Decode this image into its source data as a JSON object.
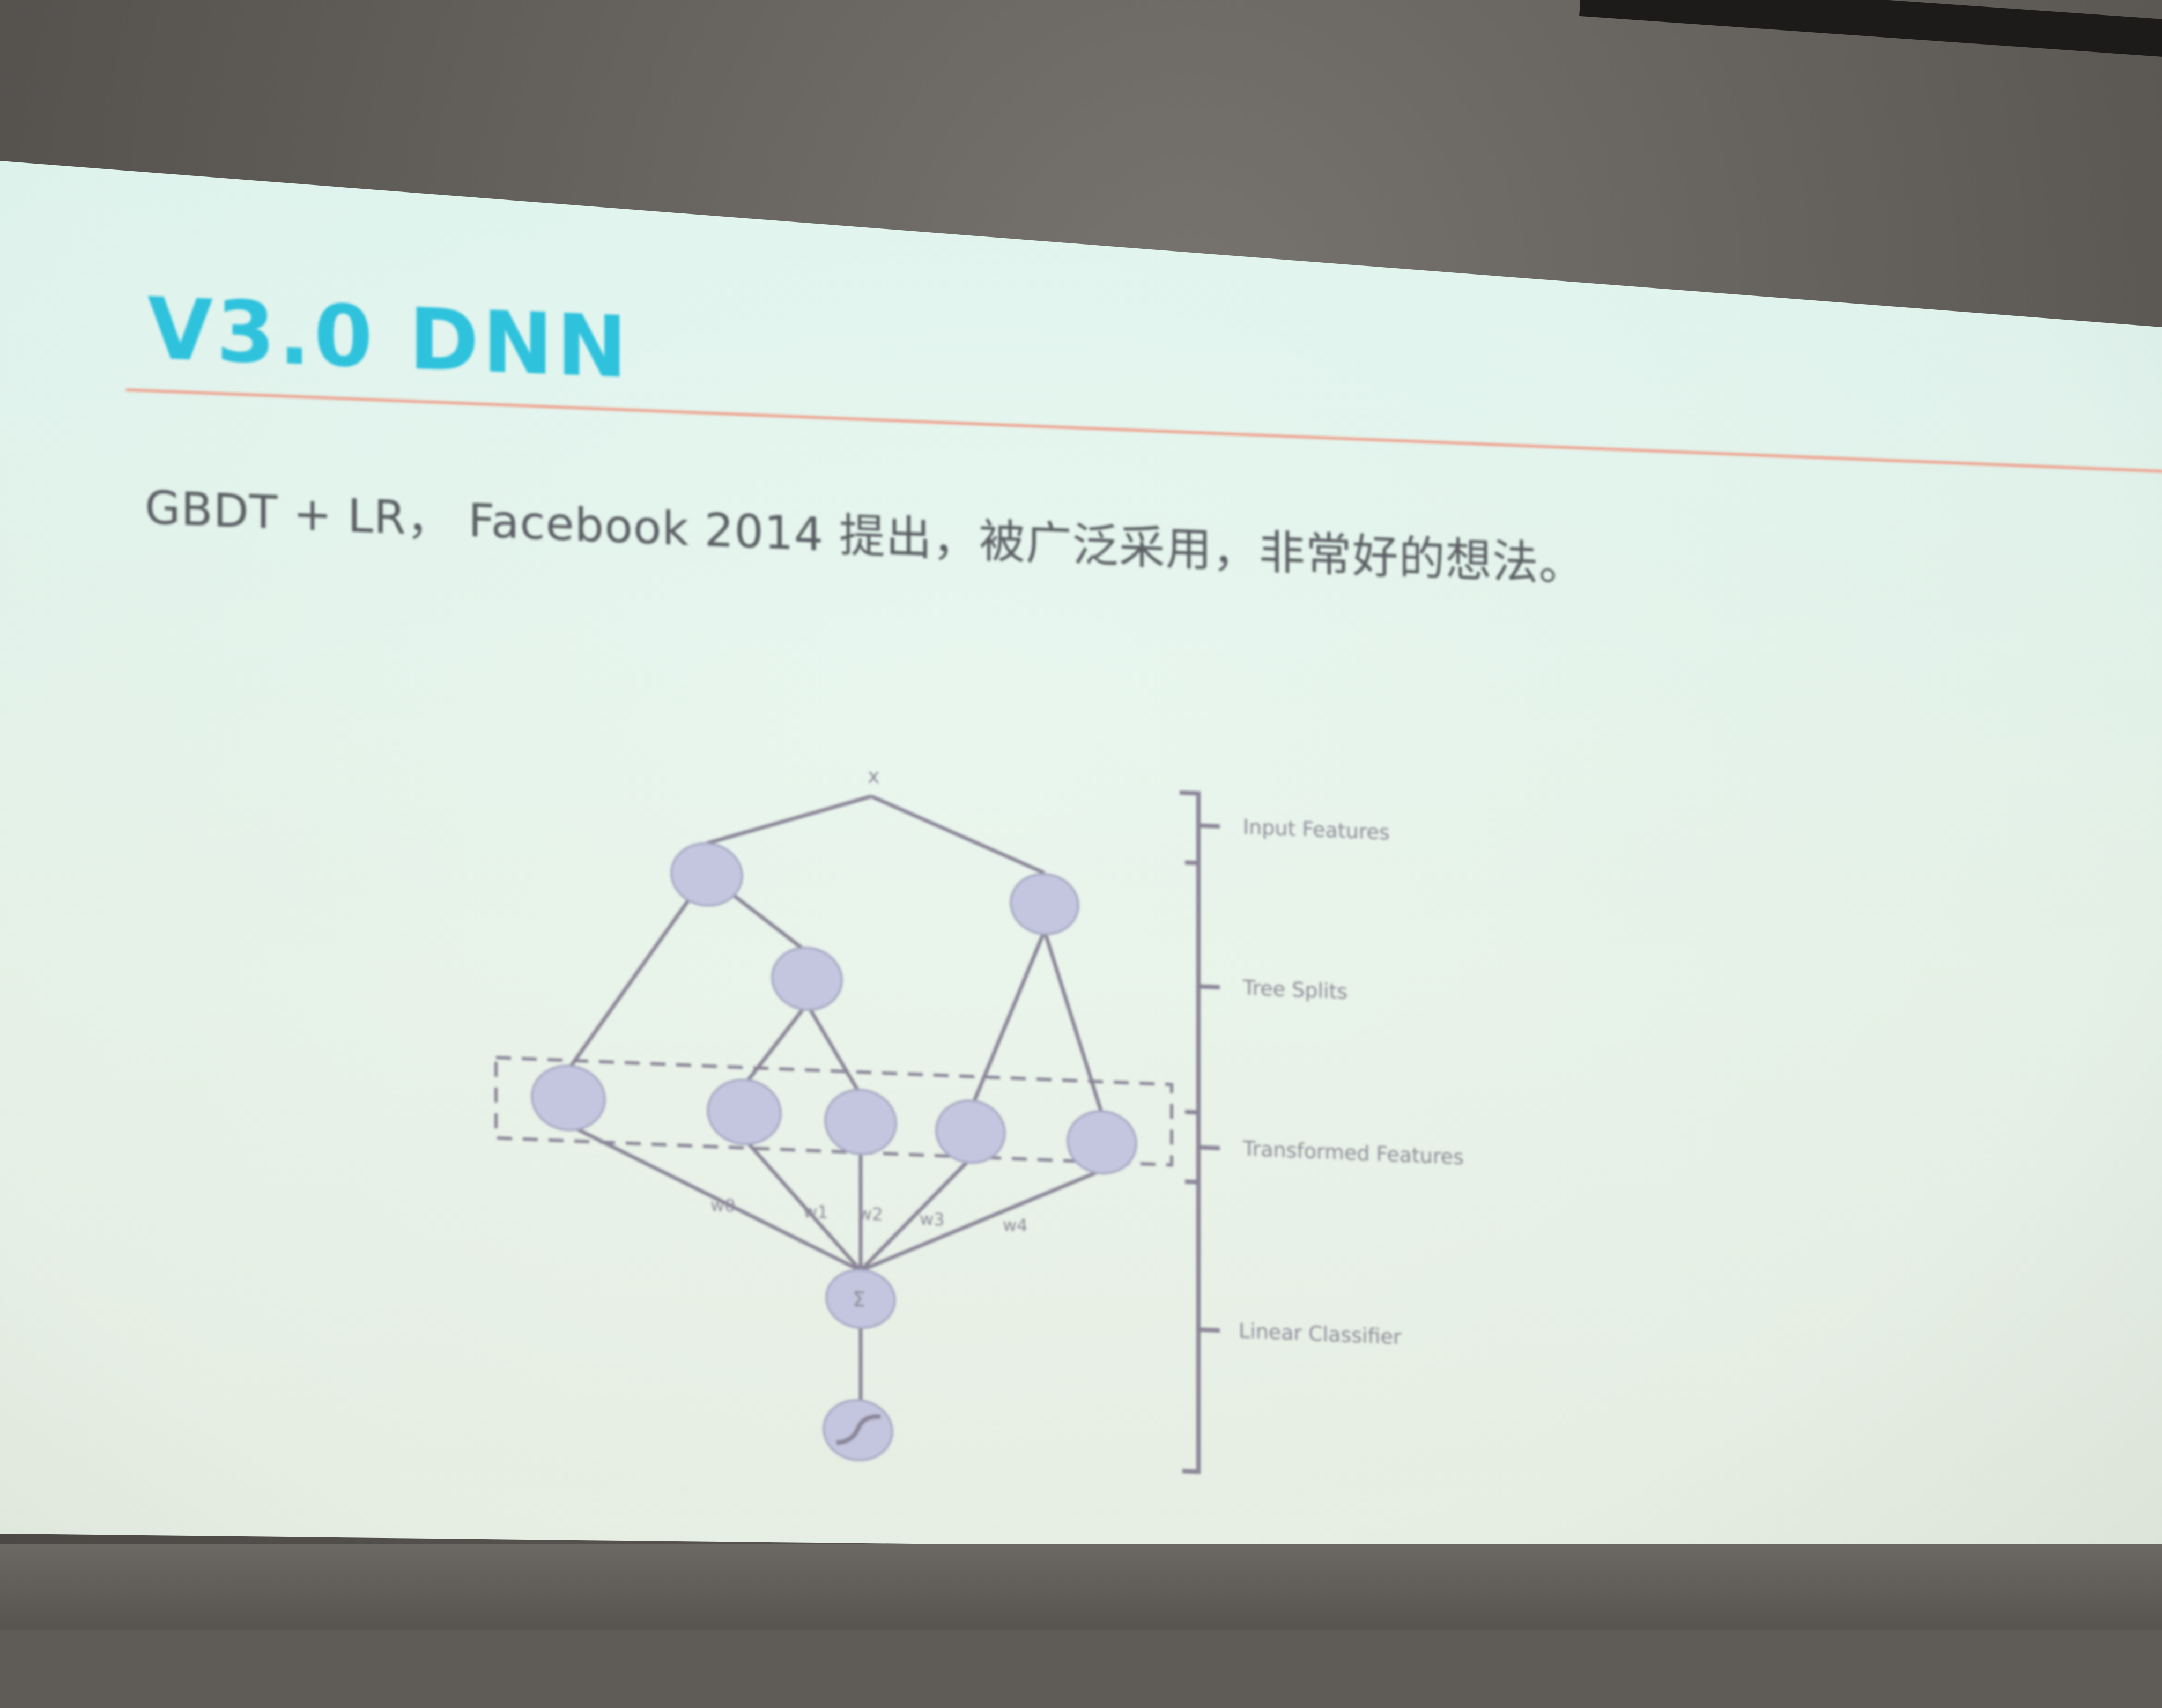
{
  "slide": {
    "title": "V3.0 DNN",
    "body_text": "GBDT + LR， Facebook 2014 提出，被广泛采用，非常好的想法。"
  },
  "diagram": {
    "input_node_label": "x",
    "sum_node_label": "Σ",
    "weights": [
      "w0",
      "w1",
      "w2",
      "w3",
      "w4"
    ],
    "layers": [
      "Input Features",
      "Tree Splits",
      "Transformed Features",
      "Linear Classifier"
    ]
  },
  "colors": {
    "title": "#2ec2dd",
    "rule": "#f09a86",
    "body_text": "#5a5e62",
    "node_fill": "#c3c6de",
    "line": "#8a8497"
  }
}
